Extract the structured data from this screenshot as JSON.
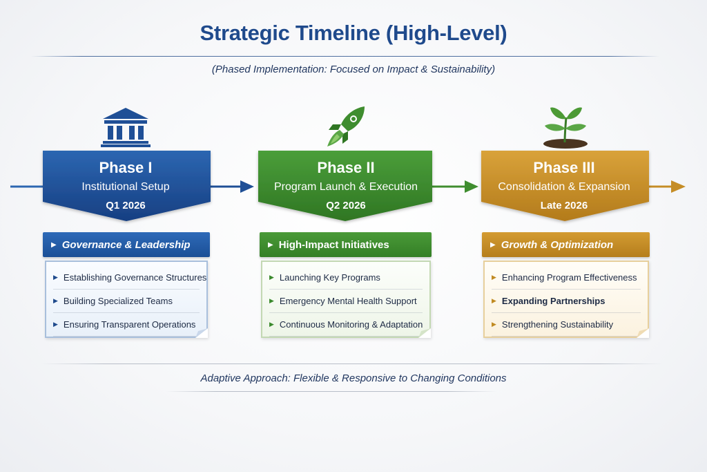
{
  "title": "Strategic Timeline (High-Level)",
  "subtitle": "(Phased Implementation: Focused on Impact & Sustainability)",
  "footer": "Adaptive Approach: Flexible & Responsive to Changing Conditions",
  "colors": {
    "phase1": "#1f4f96",
    "phase2": "#3f8d2f",
    "phase3": "#c58d26",
    "arrow_blue": "#1f4f96",
    "arrow_green": "#3f8d2f",
    "arrow_gold": "#c58d26"
  },
  "phases": [
    {
      "icon": "institution-icon",
      "name": "Phase I",
      "subtitle": "Institutional Setup",
      "date": "Q1 2026",
      "focus": "Governance & Leadership",
      "items": [
        "Establishing Governance Structures",
        "Building Specialized Teams",
        "Ensuring Transparent Operations"
      ]
    },
    {
      "icon": "rocket-icon",
      "name": "Phase II",
      "subtitle": "Program Launch & Execution",
      "date": "Q2 2026",
      "focus": "High-Impact Initiatives",
      "items": [
        "Launching Key Programs",
        "Emergency Mental Health Support",
        "Continuous Monitoring & Adaptation"
      ]
    },
    {
      "icon": "sprout-icon",
      "name": "Phase III",
      "subtitle": "Consolidation & Expansion",
      "date": "Late 2026",
      "focus": "Growth & Optimization",
      "items": [
        "Enhancing Program Effectiveness",
        "Expanding Partnerships",
        "Strengthening Sustainability"
      ]
    }
  ]
}
